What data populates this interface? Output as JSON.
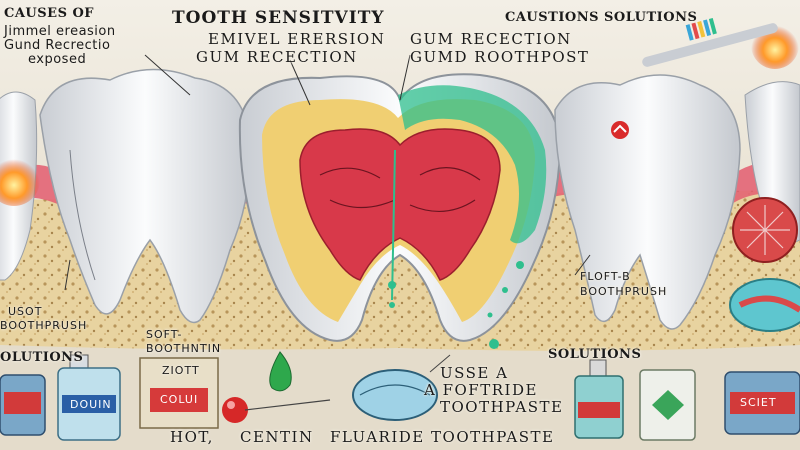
{
  "header": {
    "left_line1": "CAUSES OF",
    "left_line2": "Jimmel ereasion",
    "left_line3": "Gund Recrectio",
    "left_line4": "exposed",
    "title": "TOOTH SENSITVITY",
    "right": "CAUSTIONS SOLUTIONS"
  },
  "upper_labels": {
    "enamel_line1": "EMIVEL ERERSION",
    "enamel_line2": "GUM RECECTION",
    "gum_line1": "GUM RECECTION",
    "gum_line2": "GUMD ROOTHPOST"
  },
  "side_labels": {
    "left_line1": "USOT",
    "left_line2": "BOOTHPRUSH",
    "right_line1": "FLOFT-B",
    "right_line2": "BOOTHPRUSH"
  },
  "lower_labels": {
    "soft_line1": "SOFT-",
    "soft_line2": "BOOTHNTIN",
    "solutions_left": "OLUTIONS",
    "solutions_right": "SOLUTIONS",
    "use_line1": "USSE A",
    "use_line2": "A FOFTRIDE",
    "use_line3": "TOOTHPASTE"
  },
  "footer": {
    "hot": "HOT,",
    "dentin": "CENTIN",
    "fluoride": "FLUARIDE TOOTHPASTE"
  },
  "products": {
    "tin_left": "",
    "bottle_left": "DOUIN",
    "box_center": "ZIOTT",
    "box_center_inner": "COLUI",
    "bottle_right": "",
    "tube_right": "",
    "tin_right": "SCIET"
  },
  "colors": {
    "background": "#e9e2d3",
    "enamel": "#eef0f2",
    "dentin": "#f2d16b",
    "pulp": "#d9394a",
    "gum": "#e0566a",
    "bone": "#e6cf9c",
    "teal": "#2fbf8e"
  }
}
